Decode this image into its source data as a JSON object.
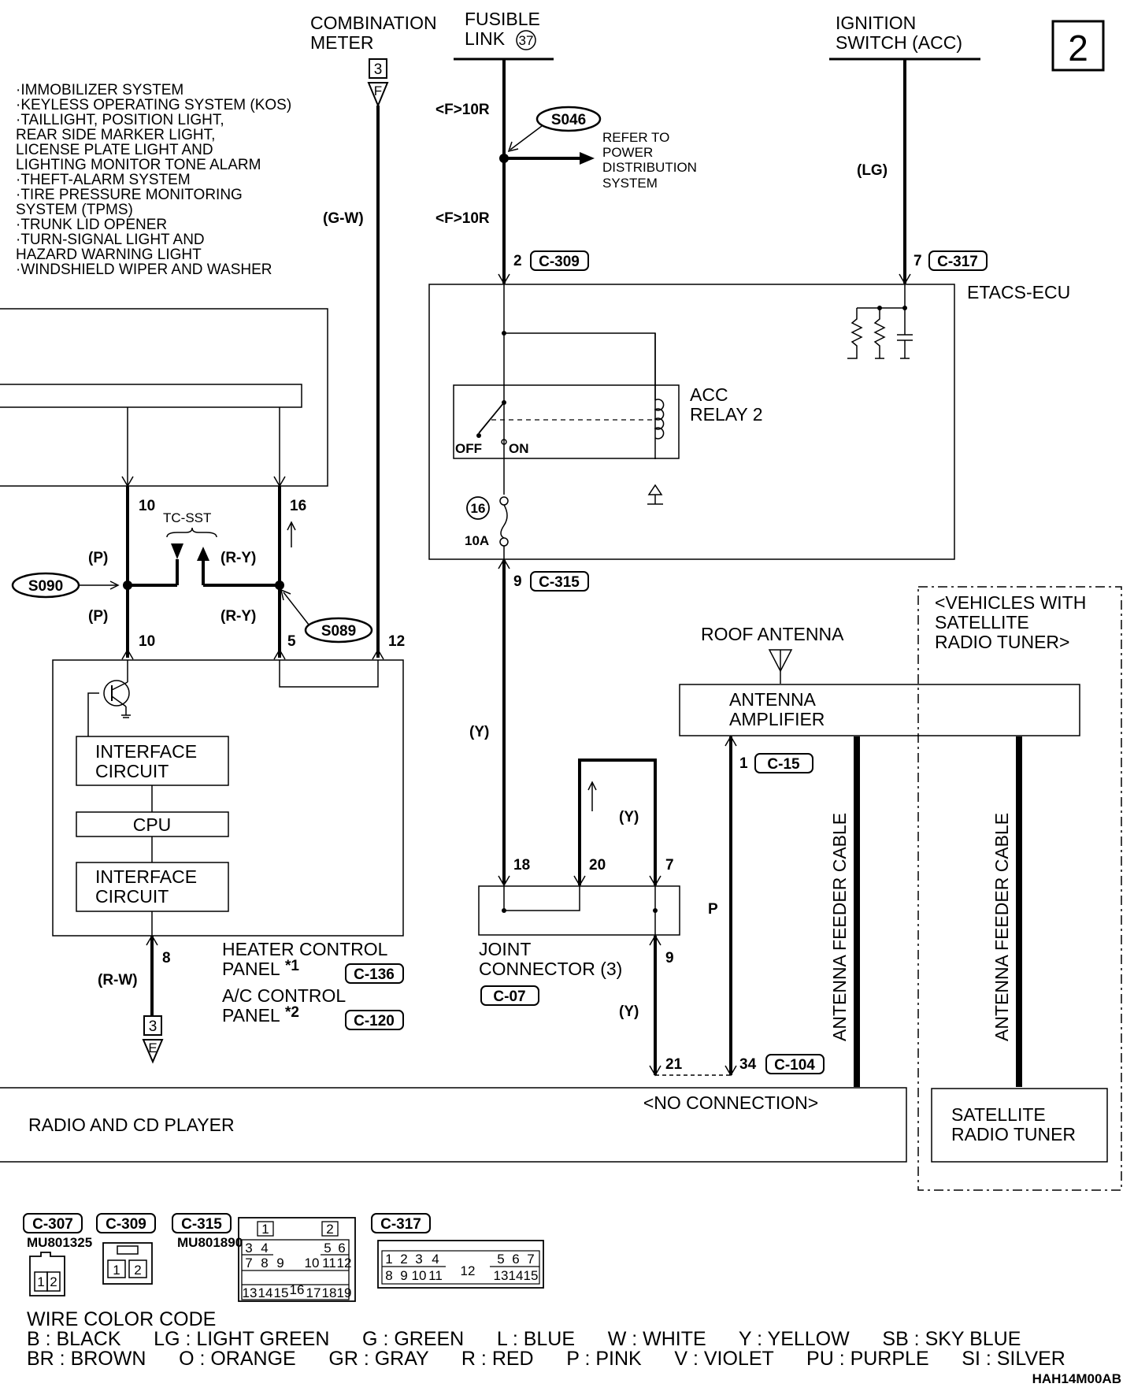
{
  "page_number": "2",
  "diagram_code": "HAH14M00AB",
  "top_labels": {
    "combination_meter": [
      "COMBINATION",
      "METER"
    ],
    "combination_meter_ref_num": "3",
    "combination_meter_ref_letter": "F",
    "fusible_link": [
      "FUSIBLE",
      "LINK"
    ],
    "fusible_link_num": "37",
    "ignition_switch": [
      "IGNITION",
      "SWITCH (ACC)"
    ]
  },
  "systems_list": [
    "·IMMOBILIZER SYSTEM",
    "·KEYLESS OPERATING SYSTEM (KOS)",
    "·TAILLIGHT, POSITION LIGHT,",
    " REAR SIDE MARKER LIGHT,",
    " LICENSE PLATE LIGHT AND",
    " LIGHTING MONITOR TONE ALARM",
    "·THEFT-ALARM SYSTEM",
    "·TIRE PRESSURE MONITORING",
    " SYSTEM (TPMS)",
    "·TRUNK LID OPENER",
    "·TURN-SIGNAL LIGHT AND",
    " HAZARD WARNING LIGHT",
    "·WINDSHIELD WIPER AND WASHER"
  ],
  "wire_labels": {
    "gw": "(G-W)",
    "lg": "(LG)",
    "f10r_a": "<F>10R",
    "f10r_b": "<F>10R",
    "p_top": "(P)",
    "p_bottom": "(P)",
    "ry_top": "(R-Y)",
    "ry_bottom": "(R-Y)",
    "y_main": "(Y)",
    "y_loop": "(Y)",
    "y_lower": "(Y)",
    "rw": "(R-W)",
    "p_antenna": "P"
  },
  "splices": {
    "s046": "S046",
    "s090": "S090",
    "s089": "S089"
  },
  "refer_to": [
    "REFER TO",
    "POWER",
    "DISTRIBUTION",
    "SYSTEM"
  ],
  "connectors": {
    "c309_pin": "2",
    "c309": "C-309",
    "c317_pin": "7",
    "c317": "C-317",
    "c315_pin": "9",
    "c315": "C-315",
    "c15_pin": "1",
    "c15": "C-15",
    "c104_pin": "34",
    "c104": "C-104",
    "c104_pin_21": "21",
    "c136": "C-136",
    "c120": "C-120",
    "c07": "C-07"
  },
  "etacs": {
    "label": "ETACS-ECU",
    "relay": [
      "ACC",
      "RELAY 2"
    ],
    "off": "OFF",
    "on": "ON",
    "fuse_num": "16",
    "fuse_rating": "10A"
  },
  "pins": {
    "p10_top": "10",
    "p16": "16",
    "p10_bottom": "10",
    "p5": "5",
    "p12": "12",
    "p8": "8",
    "p18": "18",
    "p20": "20",
    "p7": "7",
    "p9": "9"
  },
  "tc_sst": "TC-SST",
  "heater_panel": {
    "interface_top": [
      "INTERFACE",
      "CIRCUIT"
    ],
    "cpu": "CPU",
    "interface_bottom": [
      "INTERFACE",
      "CIRCUIT"
    ],
    "heater_control": [
      "HEATER CONTROL",
      "PANEL"
    ],
    "heater_star": "*1",
    "ac_control": [
      "A/C CONTROL",
      "PANEL"
    ],
    "ac_star": "*2",
    "ref_num": "3",
    "ref_letter": "E"
  },
  "joint_connector": [
    "JOINT",
    "CONNECTOR (3)"
  ],
  "antenna": {
    "roof": "ROOF ANTENNA",
    "amplifier": [
      "ANTENNA",
      "AMPLIFIER"
    ],
    "feeder_cable_1": "ANTENNA FEEDER CABLE",
    "feeder_cable_2": "ANTENNA FEEDER CABLE"
  },
  "satellite": {
    "vehicles_with": [
      "<VEHICLES WITH",
      "SATELLITE",
      "RADIO TUNER>"
    ],
    "tuner": [
      "SATELLITE",
      "RADIO TUNER"
    ]
  },
  "no_connection": "<NO CONNECTION>",
  "radio_cd": "RADIO AND CD PLAYER",
  "connector_views": {
    "c307": "C-307",
    "c307_part": "MU801325",
    "c309": "C-309",
    "c315": "C-315",
    "c315_part": "MU801890",
    "c317": "C-317",
    "c307_pins": [
      "1",
      "2"
    ],
    "c309_pins": [
      "1",
      "2"
    ],
    "c315_pins": [
      "1",
      "2",
      "3",
      "4",
      "5",
      "6",
      "7",
      "8",
      "9",
      "10",
      "11",
      "12",
      "13",
      "14",
      "15",
      "16",
      "17",
      "18",
      "19"
    ],
    "c317_pins": [
      "1",
      "2",
      "3",
      "4",
      "5",
      "6",
      "7",
      "8",
      "9",
      "10",
      "11",
      "12",
      "13",
      "14",
      "15"
    ]
  },
  "wire_color_code": {
    "title": "WIRE COLOR CODE",
    "line1": "B : BLACK      LG : LIGHT GREEN      G : GREEN      L : BLUE      W : WHITE      Y : YELLOW      SB : SKY BLUE",
    "line2": "BR : BROWN      O : ORANGE      GR : GRAY      R : RED      P : PINK      V : VIOLET      PU : PURPLE      SI : SILVER"
  }
}
